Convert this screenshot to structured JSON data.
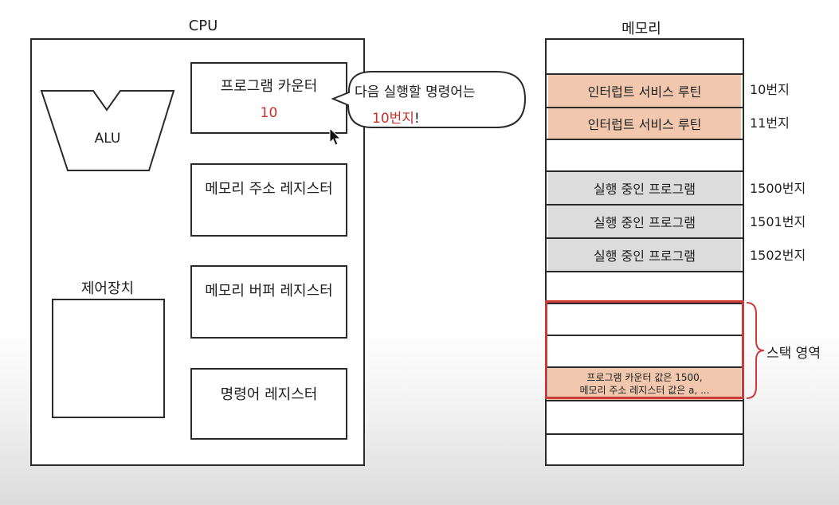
{
  "cpu": {
    "title": "CPU",
    "alu_label": "ALU",
    "control_unit_label": "제어장치",
    "registers": {
      "program_counter": {
        "label": "프로그램 카운터",
        "value": "10"
      },
      "memory_address_register": {
        "label": "메모리 주소 레지스터"
      },
      "memory_buffer_register": {
        "label": "메모리 버퍼 레지스터"
      },
      "instruction_register": {
        "label": "명령어 레지스터"
      }
    }
  },
  "callout": {
    "line1": "다음 실행할 명령어는",
    "line2_highlight": "10번지",
    "line2_suffix": "!"
  },
  "memory": {
    "title": "메모리",
    "cells": [
      {
        "text": "인터럽트 서비스 루틴",
        "address": "10번지",
        "fill": "#f1c7ae"
      },
      {
        "text": "인터럽트 서비스 루틴",
        "address": "11번지",
        "fill": "#f1c7ae"
      },
      {
        "text": "실행 중인 프로그램",
        "address": "1500번지",
        "fill": "#dcdcdc"
      },
      {
        "text": "실행 중인 프로그램",
        "address": "1501번지",
        "fill": "#dcdcdc"
      },
      {
        "text": "실행 중인 프로그램",
        "address": "1502번지",
        "fill": "#dcdcdc"
      }
    ],
    "stack": {
      "label": "스택 영역",
      "saved_line1": "프로그램 카운터 값은 1500,",
      "saved_line2": "메모리 주소 레지스터 값은 a, ..."
    }
  },
  "colors": {
    "stack_border": "#cc3b3b",
    "highlight_text": "#c9302c"
  },
  "icons": [
    "mouse-cursor-icon"
  ]
}
